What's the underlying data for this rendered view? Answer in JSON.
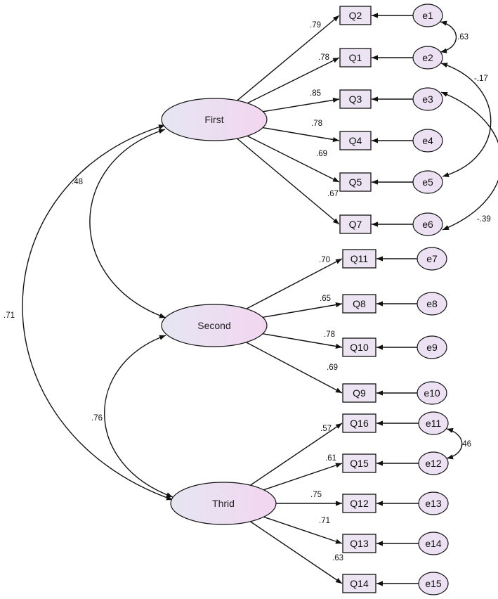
{
  "factors": [
    {
      "id": "first",
      "label": "First"
    },
    {
      "id": "second",
      "label": "Second"
    },
    {
      "id": "thrid",
      "label": "Thrid"
    }
  ],
  "items": [
    {
      "label": "Q2",
      "error": "e1",
      "loading": ".79",
      "factor": "first"
    },
    {
      "label": "Q1",
      "error": "e2",
      "loading": ".78",
      "factor": "first"
    },
    {
      "label": "Q3",
      "error": "e3",
      "loading": ".85",
      "factor": "first"
    },
    {
      "label": "Q4",
      "error": "e4",
      "loading": ".78",
      "factor": "first"
    },
    {
      "label": "Q5",
      "error": "e5",
      "loading": ".69",
      "factor": "first"
    },
    {
      "label": "Q7",
      "error": "e6",
      "loading": ".67",
      "factor": "first"
    },
    {
      "label": "Q11",
      "error": "e7",
      "loading": ".70",
      "factor": "second"
    },
    {
      "label": "Q8",
      "error": "e8",
      "loading": ".65",
      "factor": "second"
    },
    {
      "label": "Q10",
      "error": "e9",
      "loading": ".78",
      "factor": "second"
    },
    {
      "label": "Q9",
      "error": "e10",
      "loading": ".69",
      "factor": "second"
    },
    {
      "label": "Q16",
      "error": "e11",
      "loading": ".57",
      "factor": "thrid"
    },
    {
      "label": "Q15",
      "error": "e12",
      "loading": ".61",
      "factor": "thrid"
    },
    {
      "label": "Q12",
      "error": "e13",
      "loading": ".75",
      "factor": "thrid"
    },
    {
      "label": "Q13",
      "error": "e14",
      "loading": ".71",
      "factor": "thrid"
    },
    {
      "label": "Q14",
      "error": "e15",
      "loading": ".63",
      "factor": "thrid"
    }
  ],
  "factor_correlations": [
    {
      "from": "first",
      "to": "second",
      "value": ".48"
    },
    {
      "from": "second",
      "to": "thrid",
      "value": ".76"
    },
    {
      "from": "first",
      "to": "thrid",
      "value": ".71"
    }
  ],
  "error_covariances": [
    {
      "from": "e1",
      "to": "e2",
      "value": ".63"
    },
    {
      "from": "e2",
      "to": "e5",
      "value": "-.17"
    },
    {
      "from": "e3",
      "to": "e6",
      "value": "-.39"
    },
    {
      "from": "e11",
      "to": "e12",
      "value": ".46"
    }
  ],
  "colors": {
    "line": "#111111",
    "box_fill": "#ece4f3",
    "factor_fill_start": "#e6e6f2",
    "factor_fill_end": "#f2d6f0",
    "error_fill": "#ece0f3"
  }
}
